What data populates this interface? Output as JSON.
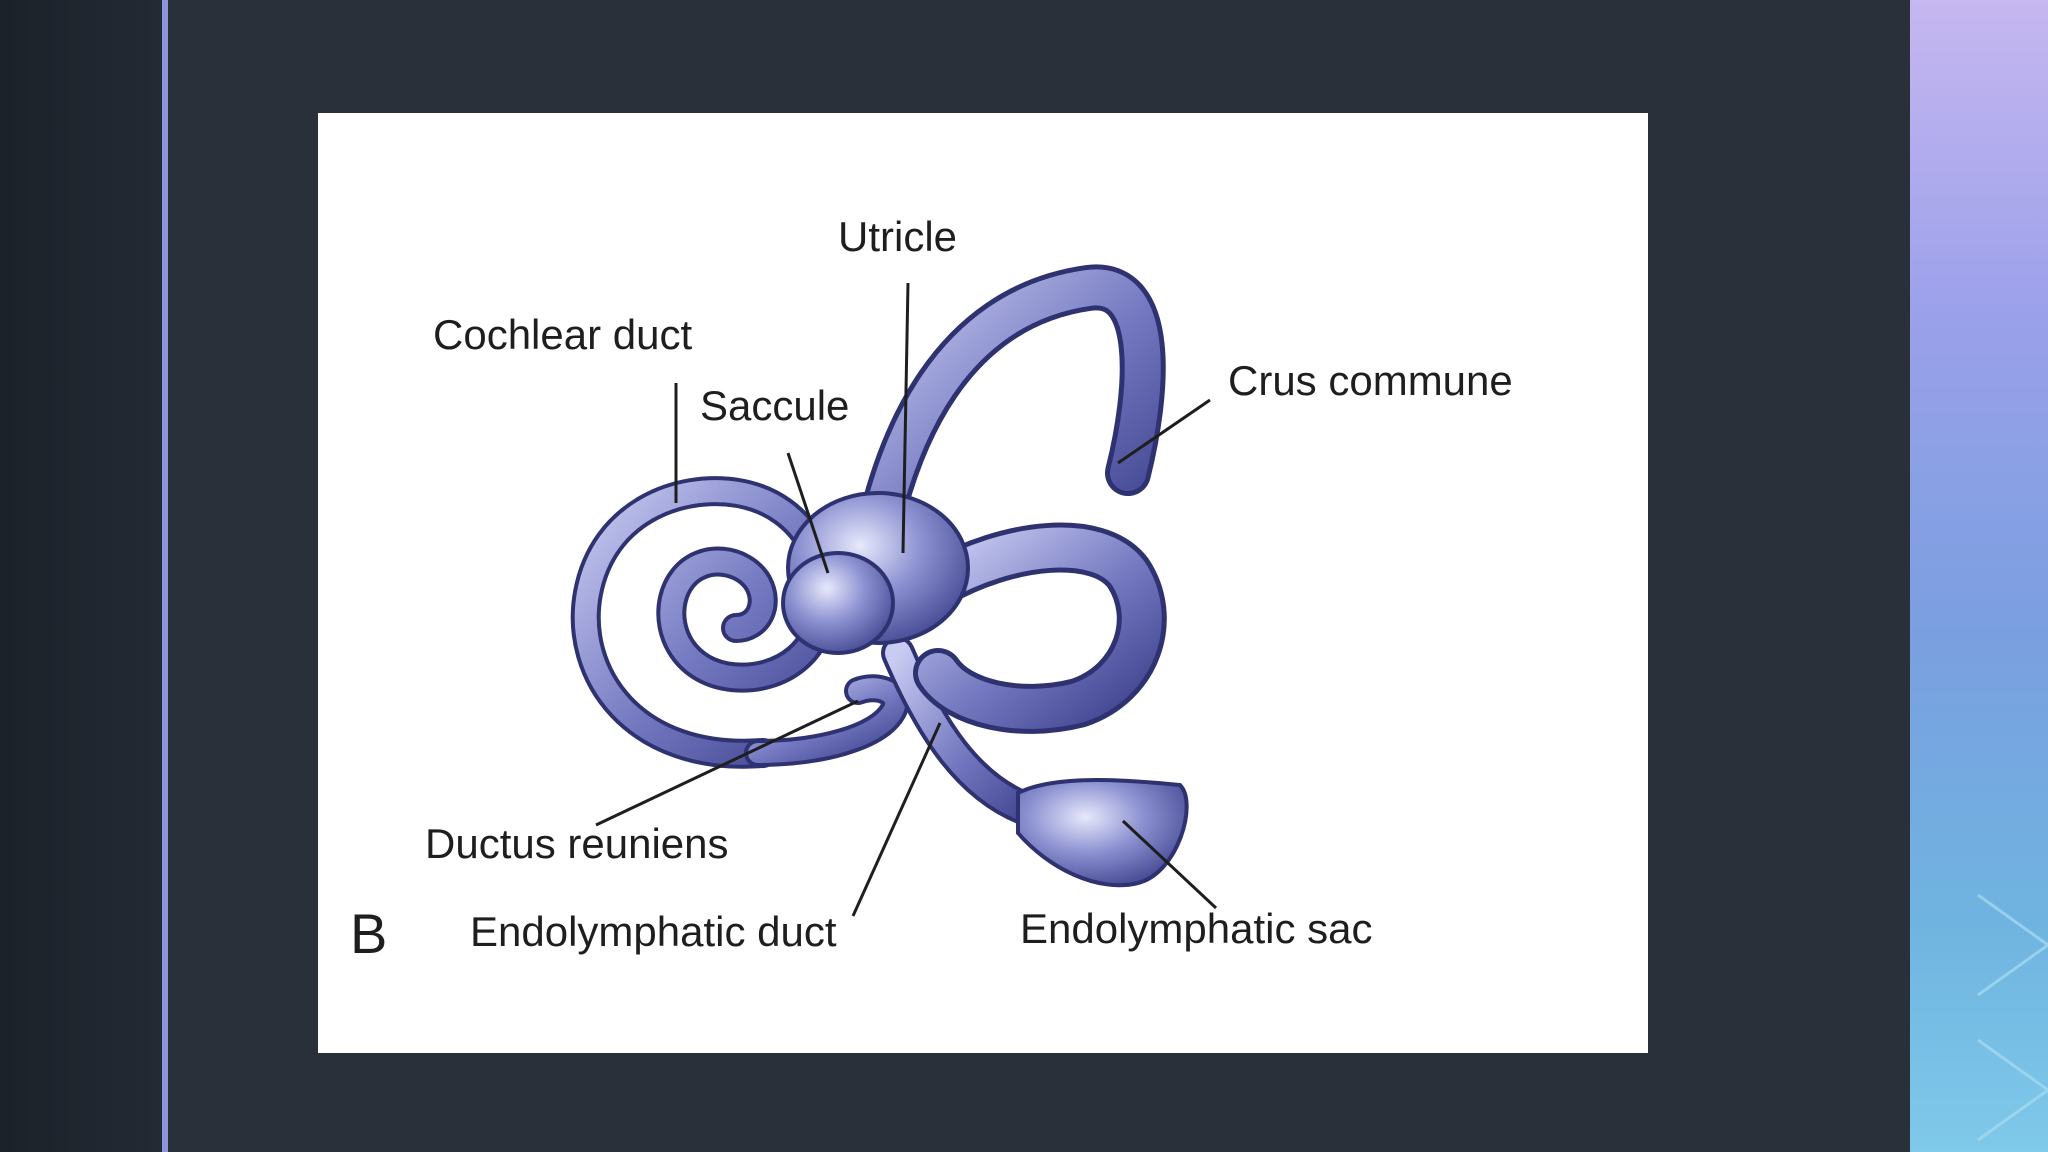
{
  "figure": {
    "panel_letter": "B",
    "labels": {
      "utricle": "Utricle",
      "cochlear_duct": "Cochlear duct",
      "saccule": "Saccule",
      "crus_commune": "Crus commune",
      "ductus_reuniens": "Ductus reuniens",
      "endolymphatic_duct": "Endolymphatic duct",
      "endolymphatic_sac": "Endolymphatic sac"
    }
  },
  "colors": {
    "background_dark": "#29303a",
    "accent_line": "#8f95d8",
    "structure_fill": "#6a6fb8",
    "structure_outline": "#2e3270",
    "card": "#ffffff"
  }
}
